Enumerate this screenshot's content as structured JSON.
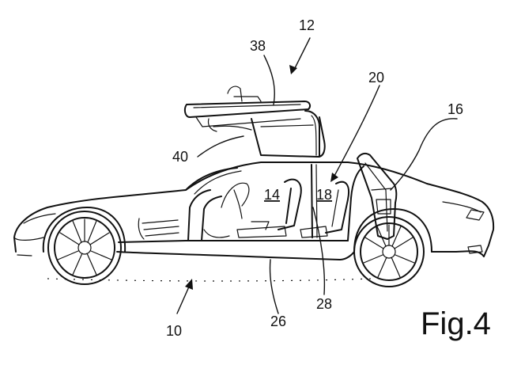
{
  "figure": {
    "caption": "Fig.4",
    "labels": {
      "vehicle": "10",
      "door_assembly": "12",
      "front_seat_area": "14",
      "rear_door": "16",
      "rear_seat_area": "18",
      "b_pillar_region": "20",
      "sill": "26",
      "floor_member": "28",
      "gullwing_door": "38",
      "door_lower_panel": "40"
    }
  }
}
